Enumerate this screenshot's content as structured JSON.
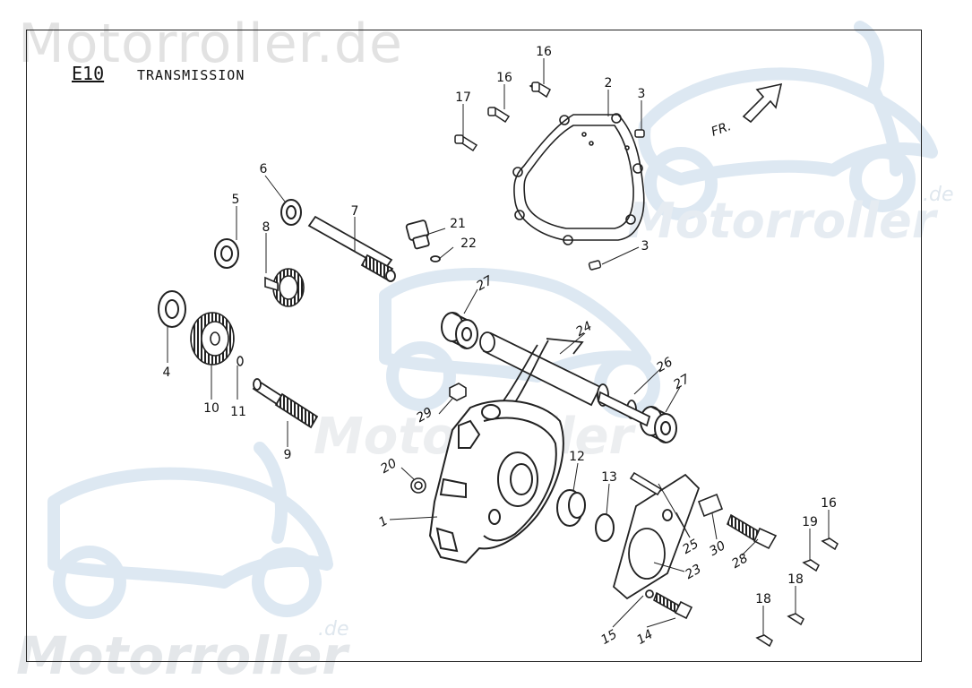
{
  "watermark": {
    "top": "Motorroller.de",
    "middle": "Motorroller",
    "right": "Motorroller",
    "bottom": "Motorroller",
    "suffix": ".de"
  },
  "header": {
    "code": "E10",
    "title": "TRANSMISSION"
  },
  "direction_label": "FR.",
  "parts": [
    {
      "id": "p1",
      "label": "1"
    },
    {
      "id": "p2",
      "label": "2"
    },
    {
      "id": "p3a",
      "label": "3"
    },
    {
      "id": "p3b",
      "label": "3"
    },
    {
      "id": "p4",
      "label": "4"
    },
    {
      "id": "p5",
      "label": "5"
    },
    {
      "id": "p6",
      "label": "6"
    },
    {
      "id": "p7",
      "label": "7"
    },
    {
      "id": "p8",
      "label": "8"
    },
    {
      "id": "p9",
      "label": "9"
    },
    {
      "id": "p10",
      "label": "10"
    },
    {
      "id": "p11",
      "label": "11"
    },
    {
      "id": "p12",
      "label": "12"
    },
    {
      "id": "p13",
      "label": "13"
    },
    {
      "id": "p14",
      "label": "14"
    },
    {
      "id": "p15",
      "label": "15"
    },
    {
      "id": "p16a",
      "label": "16"
    },
    {
      "id": "p16b",
      "label": "16"
    },
    {
      "id": "p16c",
      "label": "16"
    },
    {
      "id": "p17",
      "label": "17"
    },
    {
      "id": "p18a",
      "label": "18"
    },
    {
      "id": "p18b",
      "label": "18"
    },
    {
      "id": "p19",
      "label": "19"
    },
    {
      "id": "p20",
      "label": "20"
    },
    {
      "id": "p21",
      "label": "21"
    },
    {
      "id": "p22",
      "label": "22"
    },
    {
      "id": "p23",
      "label": "23"
    },
    {
      "id": "p24",
      "label": "24"
    },
    {
      "id": "p25",
      "label": "25"
    },
    {
      "id": "p26",
      "label": "26"
    },
    {
      "id": "p27a",
      "label": "27"
    },
    {
      "id": "p27b",
      "label": "27"
    },
    {
      "id": "p28",
      "label": "28"
    },
    {
      "id": "p29",
      "label": "29"
    },
    {
      "id": "p30",
      "label": "30"
    }
  ]
}
